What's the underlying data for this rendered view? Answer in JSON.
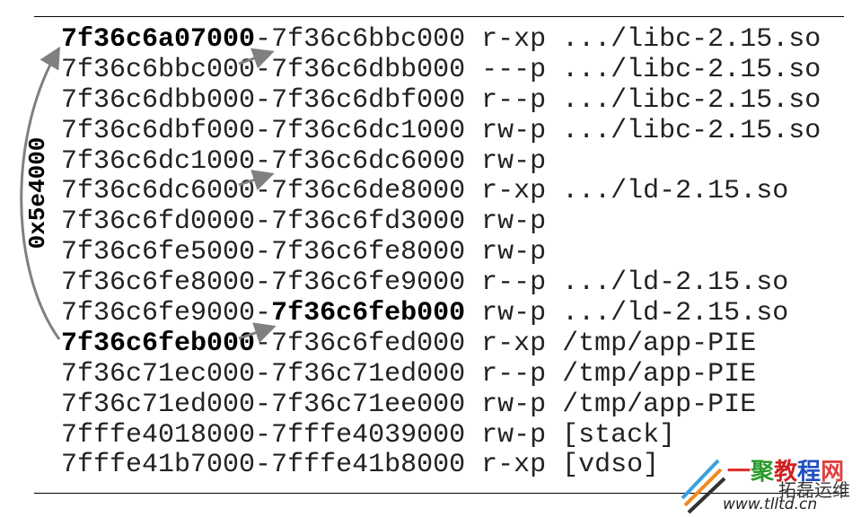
{
  "offset_label": "0x5e4000",
  "rows": [
    {
      "start": "7f36c6a07000",
      "sep": "-",
      "end": "7f36c6bbc000",
      "perm": "r-xp",
      "path": ".../libc-2.15.so",
      "bold": "start"
    },
    {
      "start": "7f36c6bbc000",
      "sep": "-",
      "end": "7f36c6dbb000",
      "perm": "---p",
      "path": ".../libc-2.15.so"
    },
    {
      "start": "7f36c6dbb000",
      "sep": "-",
      "end": "7f36c6dbf000",
      "perm": "r--p",
      "path": ".../libc-2.15.so"
    },
    {
      "start": "7f36c6dbf000",
      "sep": "-",
      "end": "7f36c6dc1000",
      "perm": "rw-p",
      "path": ".../libc-2.15.so"
    },
    {
      "start": "7f36c6dc1000",
      "sep": "-",
      "end": "7f36c6dc6000",
      "perm": "rw-p",
      "path": ""
    },
    {
      "start": "7f36c6dc6000",
      "sep": "-",
      "end": "7f36c6de8000",
      "perm": "r-xp",
      "path": ".../ld-2.15.so"
    },
    {
      "start": "7f36c6fd0000",
      "sep": "-",
      "end": "7f36c6fd3000",
      "perm": "rw-p",
      "path": ""
    },
    {
      "start": "7f36c6fe5000",
      "sep": "-",
      "end": "7f36c6fe8000",
      "perm": "rw-p",
      "path": ""
    },
    {
      "start": "7f36c6fe8000",
      "sep": "-",
      "end": "7f36c6fe9000",
      "perm": "r--p",
      "path": ".../ld-2.15.so"
    },
    {
      "start": "7f36c6fe9000",
      "sep": "-",
      "end": "7f36c6feb000",
      "perm": "rw-p",
      "path": ".../ld-2.15.so",
      "bold": "end"
    },
    {
      "start": "7f36c6feb000",
      "sep": "-",
      "end": "7f36c6fed000",
      "perm": "r-xp",
      "path": "/tmp/app-PIE",
      "bold": "start"
    },
    {
      "start": "7f36c71ec000",
      "sep": "-",
      "end": "7f36c71ed000",
      "perm": "r--p",
      "path": "/tmp/app-PIE"
    },
    {
      "start": "7f36c71ed000",
      "sep": "-",
      "end": "7f36c71ee000",
      "perm": "rw-p",
      "path": "/tmp/app-PIE"
    },
    {
      "start": "7fffe4018000",
      "sep": "-",
      "end": "7fffe4039000",
      "perm": "rw-p",
      "path": "[stack]"
    },
    {
      "start": "7fffe41b7000",
      "sep": "-",
      "end": "7fffe41b8000",
      "perm": "r-xp",
      "path": "[vdso]"
    }
  ],
  "arrow_color": "#808080",
  "watermark": {
    "brand": "一聚教程网",
    "sub": "拓磊运维",
    "url": "www.tlltd.cn"
  }
}
